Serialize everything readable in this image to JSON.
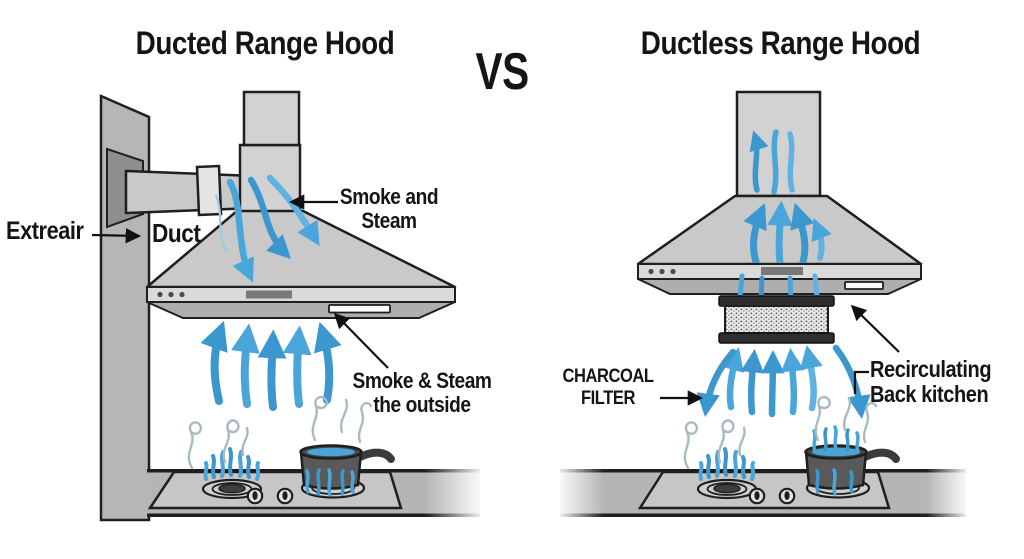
{
  "header": {
    "left_title": "Ducted Range Hood",
    "vs": "VS",
    "right_title": "Ductless Range Hood"
  },
  "ducted": {
    "labels": {
      "extreair": "Extreair",
      "duct": "Duct",
      "smoke_and_steam": "Smoke and\nSteam",
      "smoke_steam_outside": "Smoke & Steam\nthe outside"
    }
  },
  "ductless": {
    "labels": {
      "charcoal_filter": "CHARCOAL\nFILTER",
      "recirculating": "Recirculating\nBack kitchen"
    }
  },
  "colors": {
    "arrow-blue": "#3b97ce",
    "flame-blue": "#4aa5da",
    "arrow-blue-light": "#5fb2e2",
    "arrow-blue-faint": "#9ccbe9",
    "steam-gray": "#a9bac2",
    "text-ink": "#151515",
    "hood-gray": "#c9c9c9",
    "counter-gray": "#b5b5b5"
  }
}
